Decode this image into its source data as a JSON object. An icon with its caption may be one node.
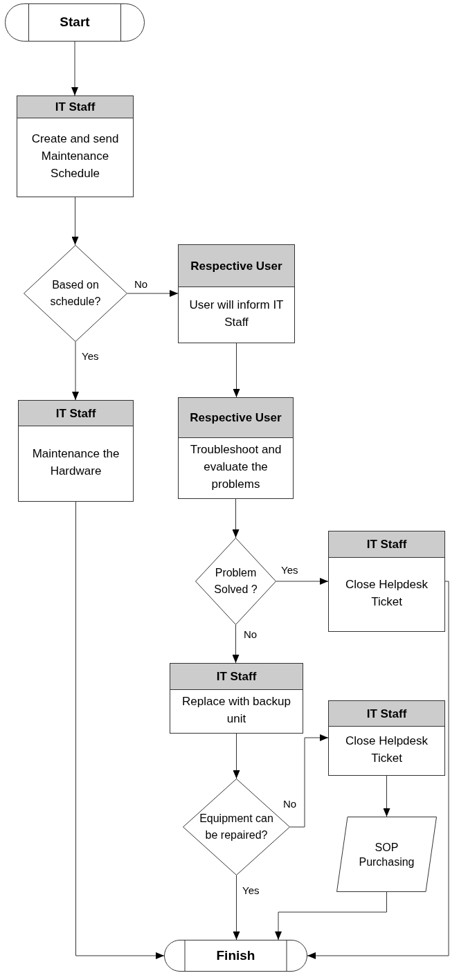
{
  "diagram": {
    "nodes": [
      {
        "text": [
          "Start"
        ]
      },
      {
        "text": [
          "IT Staff",
          "Create and send Maintenance Schedule"
        ]
      },
      {
        "text": [
          "Based on schedule?"
        ]
      },
      {
        "text": [
          "Respective User",
          "User will inform IT Staff"
        ]
      },
      {
        "text": [
          "IT Staff",
          "Maintenance the Hardware"
        ]
      },
      {
        "text": [
          "Respective User",
          "Troubleshoot and evaluate the problems"
        ]
      },
      {
        "text": [
          "Problem Solved ?"
        ]
      },
      {
        "text": [
          "IT Staff",
          "Close Helpdesk Ticket"
        ]
      },
      {
        "text": [
          "IT Staff",
          "Replace with backup unit"
        ]
      },
      {
        "text": [
          "IT Staff",
          "Close Helpdesk Ticket"
        ]
      },
      {
        "text": [
          "Equipment can be repaired?"
        ]
      },
      {
        "text": [
          "SOP Purchasing"
        ]
      },
      {
        "text": [
          "Finish"
        ]
      }
    ],
    "edges": [
      {
        "from": 0,
        "to": 1,
        "arrow": "to"
      },
      {
        "from": 1,
        "to": 2,
        "arrow": "to"
      },
      {
        "from": 2,
        "to": 3,
        "arrow": "to",
        "label": "No"
      },
      {
        "from": 2,
        "to": 4,
        "arrow": "to",
        "label": "Yes"
      },
      {
        "from": 3,
        "to": 5,
        "arrow": "to"
      },
      {
        "from": 5,
        "to": 6,
        "arrow": "to"
      },
      {
        "from": 6,
        "to": 7,
        "arrow": "to",
        "label": "Yes"
      },
      {
        "from": 6,
        "to": 8,
        "arrow": "to",
        "label": "No"
      },
      {
        "from": 8,
        "to": 10,
        "arrow": "to"
      },
      {
        "from": 10,
        "to": 9,
        "arrow": "to",
        "label": "No"
      },
      {
        "from": 9,
        "to": 11,
        "arrow": "to"
      },
      {
        "from": 11,
        "to": 12,
        "arrow": "to"
      },
      {
        "from": 10,
        "to": 12,
        "arrow": "to",
        "label": "Yes"
      },
      {
        "from": 4,
        "to": 12,
        "arrow": "to"
      },
      {
        "from": 7,
        "to": 12,
        "arrow": "to"
      }
    ]
  }
}
